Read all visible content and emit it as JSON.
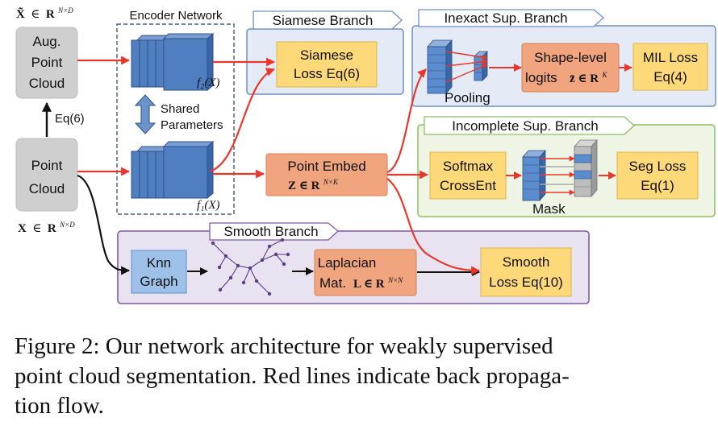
{
  "input_aug": {
    "math_var": "X̃",
    "math_in": "∈",
    "math_set": "R",
    "math_sup": "N×D",
    "lines": [
      "Aug.",
      "Point",
      "Cloud"
    ]
  },
  "input_point": {
    "lines": [
      "Point",
      "Cloud"
    ],
    "math_var": "X",
    "math_in": "∈",
    "math_set": "R",
    "math_sup": "N×D"
  },
  "eq6_label": "Eq(6)",
  "encoder": {
    "title": "Encoder Network",
    "shared": [
      "Shared",
      "Parameters"
    ],
    "f2": "f₂(X)",
    "f1": "f₁(X)"
  },
  "siamese": {
    "title": "Siamese Branch",
    "loss": [
      "Siamese",
      "Loss Eq(6)"
    ]
  },
  "inexact": {
    "title": "Inexact Sup. Branch",
    "pooling": "Pooling",
    "logits": [
      "Shape-level",
      "logits"
    ],
    "logits_math": "z̄ ∈ R",
    "logits_sup": "K",
    "loss": [
      "MIL Loss",
      "Eq(4)"
    ]
  },
  "embed": {
    "label": "Point Embed",
    "math": "Z ∈ R",
    "sup": "N×K"
  },
  "incomplete": {
    "title": "Incomplete Sup. Branch",
    "softmax": [
      "Softmax",
      "CrossEnt"
    ],
    "mask": "Mask",
    "loss": [
      "Seg Loss",
      "Eq(1)"
    ]
  },
  "smooth": {
    "title": "Smooth Branch",
    "knn": [
      "Knn",
      "Graph"
    ],
    "laplacian": [
      "Laplacian",
      "Mat."
    ],
    "laplacian_math": "L ∈ R",
    "laplacian_sup": "N×N",
    "loss": [
      "Smooth",
      "Loss Eq(10)"
    ]
  },
  "caption": [
    "Figure 2:  Our network architecture for weakly supervised",
    "point cloud segmentation. Red lines indicate back propaga-",
    "tion flow."
  ],
  "colors": {
    "red_arrow": "#e8382c",
    "blue_panel": "#e4ebf6",
    "blue_panel_border": "#6d8fc6",
    "green_panel": "#eef5e4",
    "green_panel_border": "#8fbe67",
    "purple_panel": "#e8e2f1",
    "purple_panel_border": "#7f5aa8",
    "yellow_box": "#fdd97a",
    "orange_box": "#f0a57f",
    "gray_box": "#cfcfcf",
    "cube_blue": "#4f7fc1",
    "knn_box": "#9dc1e9"
  }
}
